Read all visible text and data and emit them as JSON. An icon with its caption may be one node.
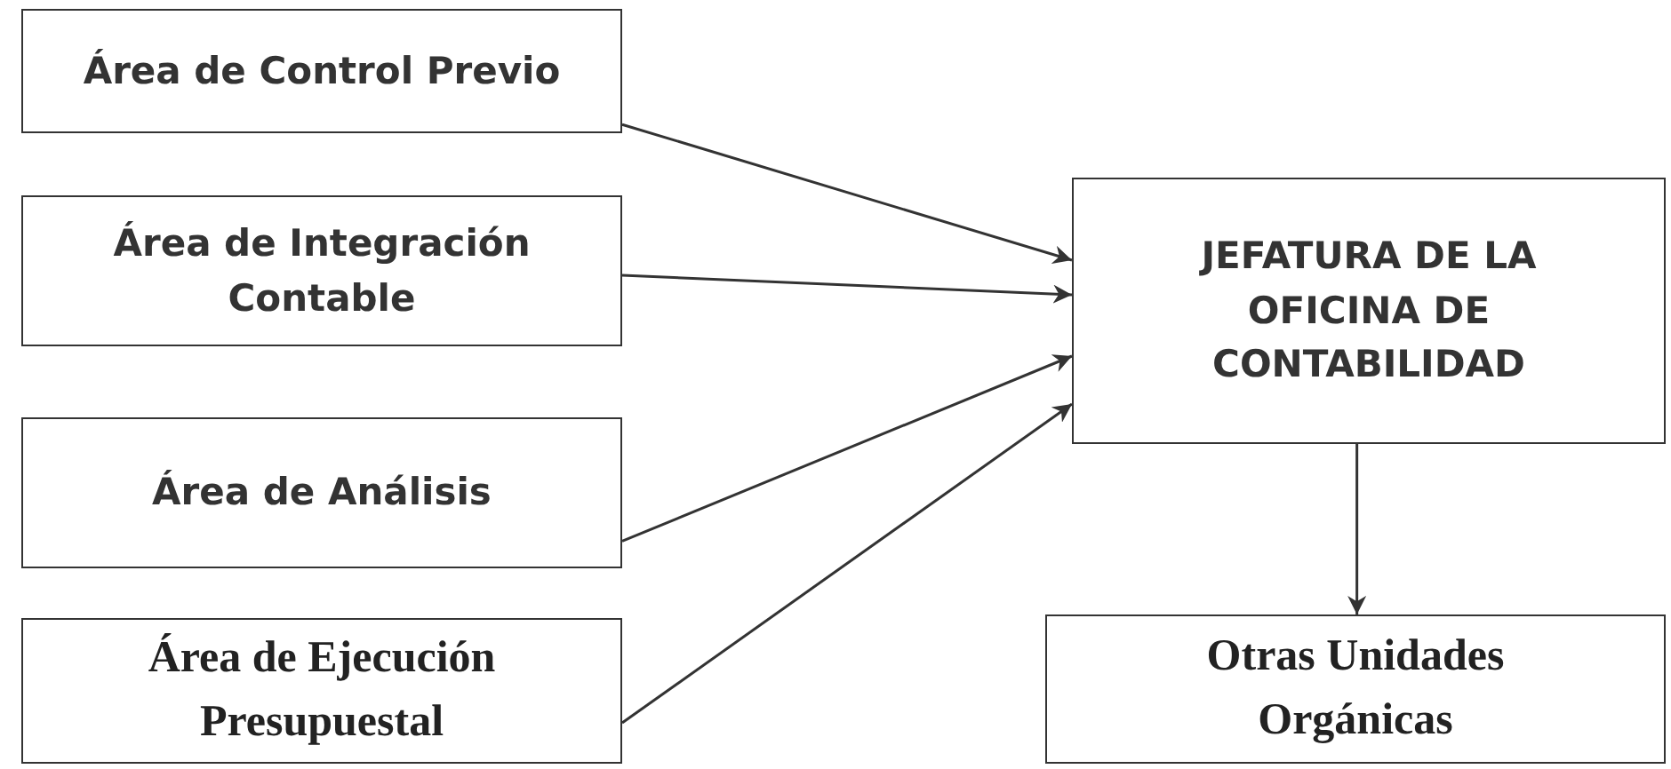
{
  "diagram": {
    "nodes": [
      {
        "text": [
          "Área de Control Previo"
        ]
      },
      {
        "text": [
          "Área de Integración Contable"
        ]
      },
      {
        "text": [
          "Área de Análisis"
        ]
      },
      {
        "text": [
          "Área de Ejecución Presupuestal"
        ]
      },
      {
        "text": [
          "JEFATURA DE LA OFICINA DE CONTABILIDAD"
        ]
      },
      {
        "text": [
          "Otras Unidades Orgánicas"
        ]
      }
    ],
    "edges": [
      {
        "from": 0,
        "to": 4,
        "arrow": "to"
      },
      {
        "from": 1,
        "to": 4,
        "arrow": "to"
      },
      {
        "from": 2,
        "to": 4,
        "arrow": "to"
      },
      {
        "from": 3,
        "to": 4,
        "arrow": "to"
      },
      {
        "from": 4,
        "to": 5,
        "arrow": "to"
      }
    ]
  }
}
